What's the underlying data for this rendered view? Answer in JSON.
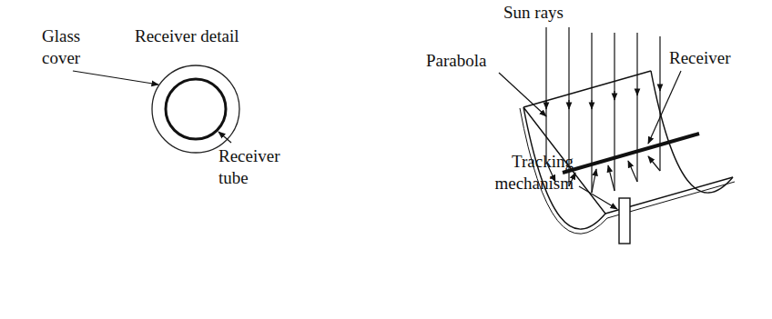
{
  "diagram": {
    "labels": [
      "Glass cover",
      "Receiver detail",
      "Receiver tube",
      "Sun rays",
      "Parabola",
      "Receiver",
      "Tracking mechanism"
    ]
  }
}
